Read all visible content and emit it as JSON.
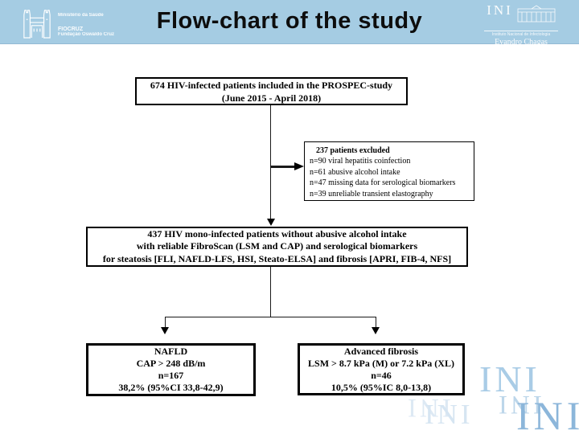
{
  "title": "Flow-chart of the study",
  "header": {
    "fiocruz_logo": {
      "ministry": "Ministério da Saúde",
      "name": "FIOCRUZ",
      "full_name": "Fundação Oswaldo Cruz"
    },
    "ini_logo": {
      "acronym": "INI",
      "institute": "Instituto Nacional de Infectologia",
      "person": "Evandro Chagas"
    }
  },
  "flowchart": {
    "included_box": {
      "lines": [
        "674 HIV-infected patients included in the PROSPEC-study",
        "(June 2015 - April 2018)"
      ]
    },
    "excluded_box": {
      "title": "237 patients excluded",
      "items": [
        "n=90 viral hepatitis coinfection",
        "n=61 abusive alcohol intake",
        "n=47 missing data for serological biomarkers",
        "n=39 unreliable transient elastography"
      ]
    },
    "mono_infected_box": {
      "lines": [
        "437 HIV mono-infected patients without abusive alcohol intake",
        "with reliable FibroScan (LSM and CAP) and serological biomarkers",
        "for steatosis [FLI, NAFLD-LFS, HSI, Steato-ELSA] and fibrosis [APRI, FIB-4, NFS]"
      ]
    },
    "nafld_box": {
      "lines": [
        "NAFLD",
        "CAP > 248 dB/m",
        "n=167",
        "38,2% (95%CI 33,8-42,9)"
      ]
    },
    "advanced_fibrosis_box": {
      "lines": [
        "Advanced fibrosis",
        "LSM > 8.7 kPa (M) or 7.2 kPa (XL)",
        "n=46",
        "10,5% (95%IC 8,0-13,8)"
      ]
    }
  },
  "watermark": {
    "text": "INI"
  },
  "colors": {
    "header_bg": "#a5cce3",
    "title_text": "#0d0d0d",
    "box_border": "#000000",
    "watermark_strong": "#8cb6da",
    "watermark_light": "#d6e5f2"
  }
}
